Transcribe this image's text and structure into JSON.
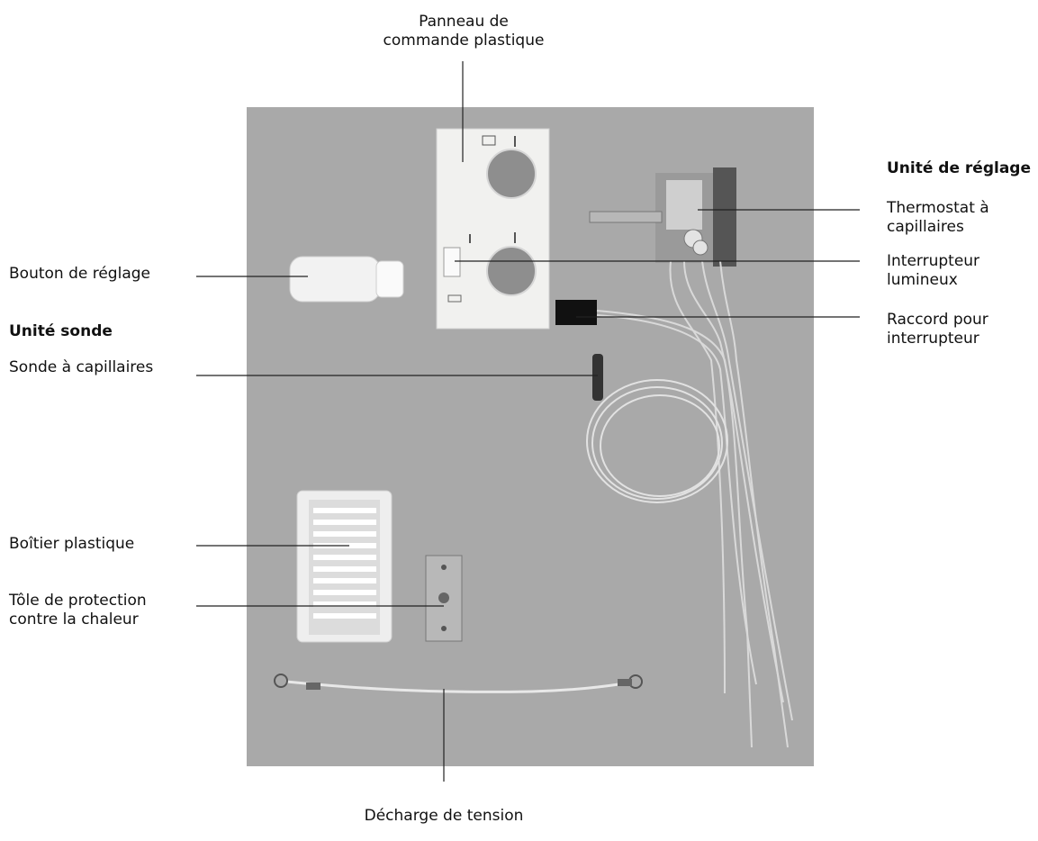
{
  "labels": {
    "panneau": [
      "Panneau de",
      "commande plastique"
    ],
    "unite_reglage": "Unité de réglage",
    "thermostat": [
      "Thermostat à",
      "capillaires"
    ],
    "interrupteur": [
      "Interrupteur",
      "lumineux"
    ],
    "raccord": [
      "Raccord pour",
      "interrupteur"
    ],
    "bouton": "Bouton de réglage",
    "unite_sonde": "Unité sonde",
    "sonde": "Sonde à capillaires",
    "boitier": "Boîtier plastique",
    "tole": [
      "Tôle de protection",
      "contre la chaleur"
    ],
    "decharge": "Décharge de tension"
  },
  "colors": {
    "background": "#a9a9a9",
    "panel": "#f1f1ef",
    "wire": "#e6e6e6",
    "metal": "#c9c9c9",
    "dark": "#333333"
  }
}
